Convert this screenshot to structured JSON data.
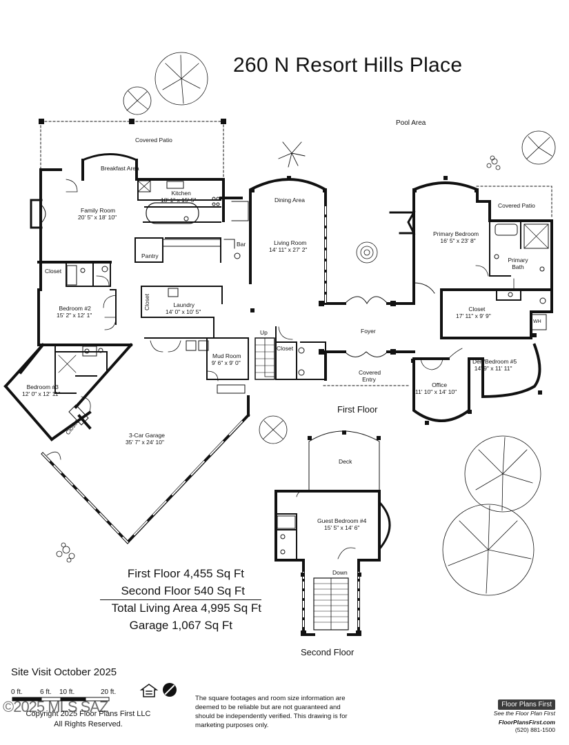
{
  "title": "260 N Resort Hills Place",
  "floors": {
    "first": "First Floor",
    "second": "Second Floor"
  },
  "pool_area": "Pool Area",
  "rooms": [
    {
      "name": "Covered Patio",
      "dims": ""
    },
    {
      "name": "Breakfast Area",
      "dims": ""
    },
    {
      "name": "Kitchen",
      "dims": "18' 1\" x 15' 5\""
    },
    {
      "name": "Family Room",
      "dims": "20' 5\" x 18' 10\""
    },
    {
      "name": "Dining Area",
      "dims": ""
    },
    {
      "name": "Bar",
      "dims": ""
    },
    {
      "name": "Pantry",
      "dims": ""
    },
    {
      "name": "Living Room",
      "dims": "14' 11\" x 27' 2\""
    },
    {
      "name": "Closet",
      "dims": ""
    },
    {
      "name": "Bedroom #2",
      "dims": "15' 2\" x 12' 1\""
    },
    {
      "name": "Closet",
      "dims": ""
    },
    {
      "name": "Laundry",
      "dims": "14' 0\" x 10' 5\""
    },
    {
      "name": "Up",
      "dims": ""
    },
    {
      "name": "Closet",
      "dims": ""
    },
    {
      "name": "Mud Room",
      "dims": "9' 6\" x 9' 0\""
    },
    {
      "name": "Bedroom #3",
      "dims": "12' 0\" x 12' 11\""
    },
    {
      "name": "Closet",
      "dims": ""
    },
    {
      "name": "3-Car Garage",
      "dims": "35' 7\" x 24' 10\""
    },
    {
      "name": "Foyer",
      "dims": ""
    },
    {
      "name": "Covered Entry",
      "dims": ""
    },
    {
      "name": "Covered Patio",
      "dims": ""
    },
    {
      "name": "Primary Bedroom",
      "dims": "16' 5\" x 23' 8\""
    },
    {
      "name": "Primary Bath",
      "dims": ""
    },
    {
      "name": "Closet",
      "dims": "17' 11\" x 9' 9\""
    },
    {
      "name": "Den/Bedroom #5",
      "dims": "14' 9\" x 11' 11\""
    },
    {
      "name": "Office",
      "dims": "11' 10\" x 14' 10\""
    },
    {
      "name": "Deck",
      "dims": ""
    },
    {
      "name": "Guest Bedroom #4",
      "dims": "15' 5\" x 14' 6\""
    },
    {
      "name": "Down",
      "dims": ""
    }
  ],
  "appliance_labels": {
    "wh": "WH"
  },
  "summary": [
    "First Floor 4,455 Sq Ft",
    "Second Floor 540 Sq Ft",
    "Total Living Area 4,995 Sq Ft",
    "Garage 1,067 Sq Ft"
  ],
  "site_visit": "Site Visit October 2025",
  "scale": [
    "0 ft.",
    "6 ft.",
    "10 ft.",
    "20 ft."
  ],
  "disclaimer": "The square footages and room size information are deemed to be reliable but are not guaranteed and should be independently verified. This drawing is for marketing purposes only.",
  "copyright": [
    "Copyright 2025 Floor Plans First LLC",
    "All Rights Reserved."
  ],
  "watermark": "©2025 MLS SAZ",
  "brand": {
    "logo": "Floor Plans First",
    "tagline": "See the Floor Plan First",
    "site": "FloorPlansFirst.com",
    "phone": "(520) 881-1500"
  }
}
